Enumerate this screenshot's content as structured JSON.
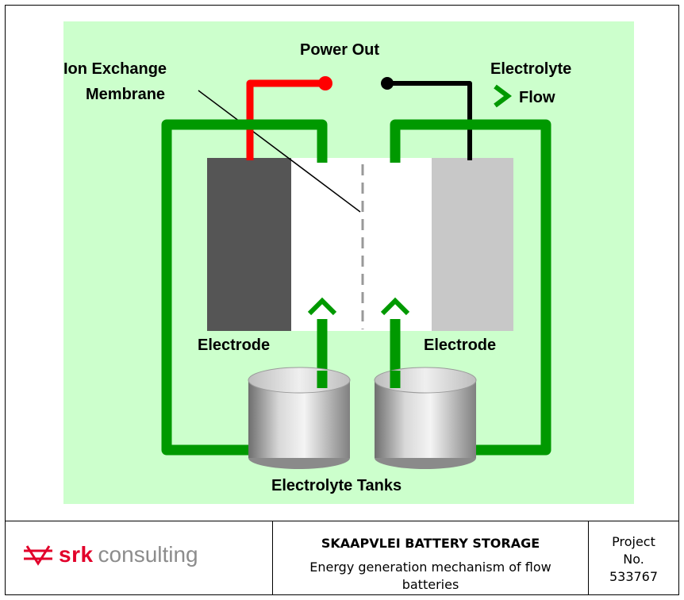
{
  "diagram": {
    "labels": {
      "power_out": "Power Out",
      "ion_exchange": "Ion Exchange",
      "membrane": "Membrane",
      "electrolyte": "Electrolyte",
      "flow": "Flow",
      "electrode_left": "Electrode",
      "electrode_right": "Electrode",
      "electrolyte_tanks": "Electrolyte Tanks"
    },
    "colors": {
      "background": "#ccffcc",
      "pipe_green": "#009900",
      "positive_wire": "#ff0000",
      "negative_wire": "#000000",
      "electrode_dark": "#555555",
      "electrode_light": "#c8c8c8"
    }
  },
  "footer": {
    "logo": {
      "brand": "srk",
      "suffix": "consulting"
    },
    "title": "SKAAPVLEI BATTERY STORAGE",
    "subtitle": "Energy generation mechanism of flow batteries",
    "project_label_1": "Project",
    "project_label_2": "No.",
    "project_number": "533767"
  }
}
